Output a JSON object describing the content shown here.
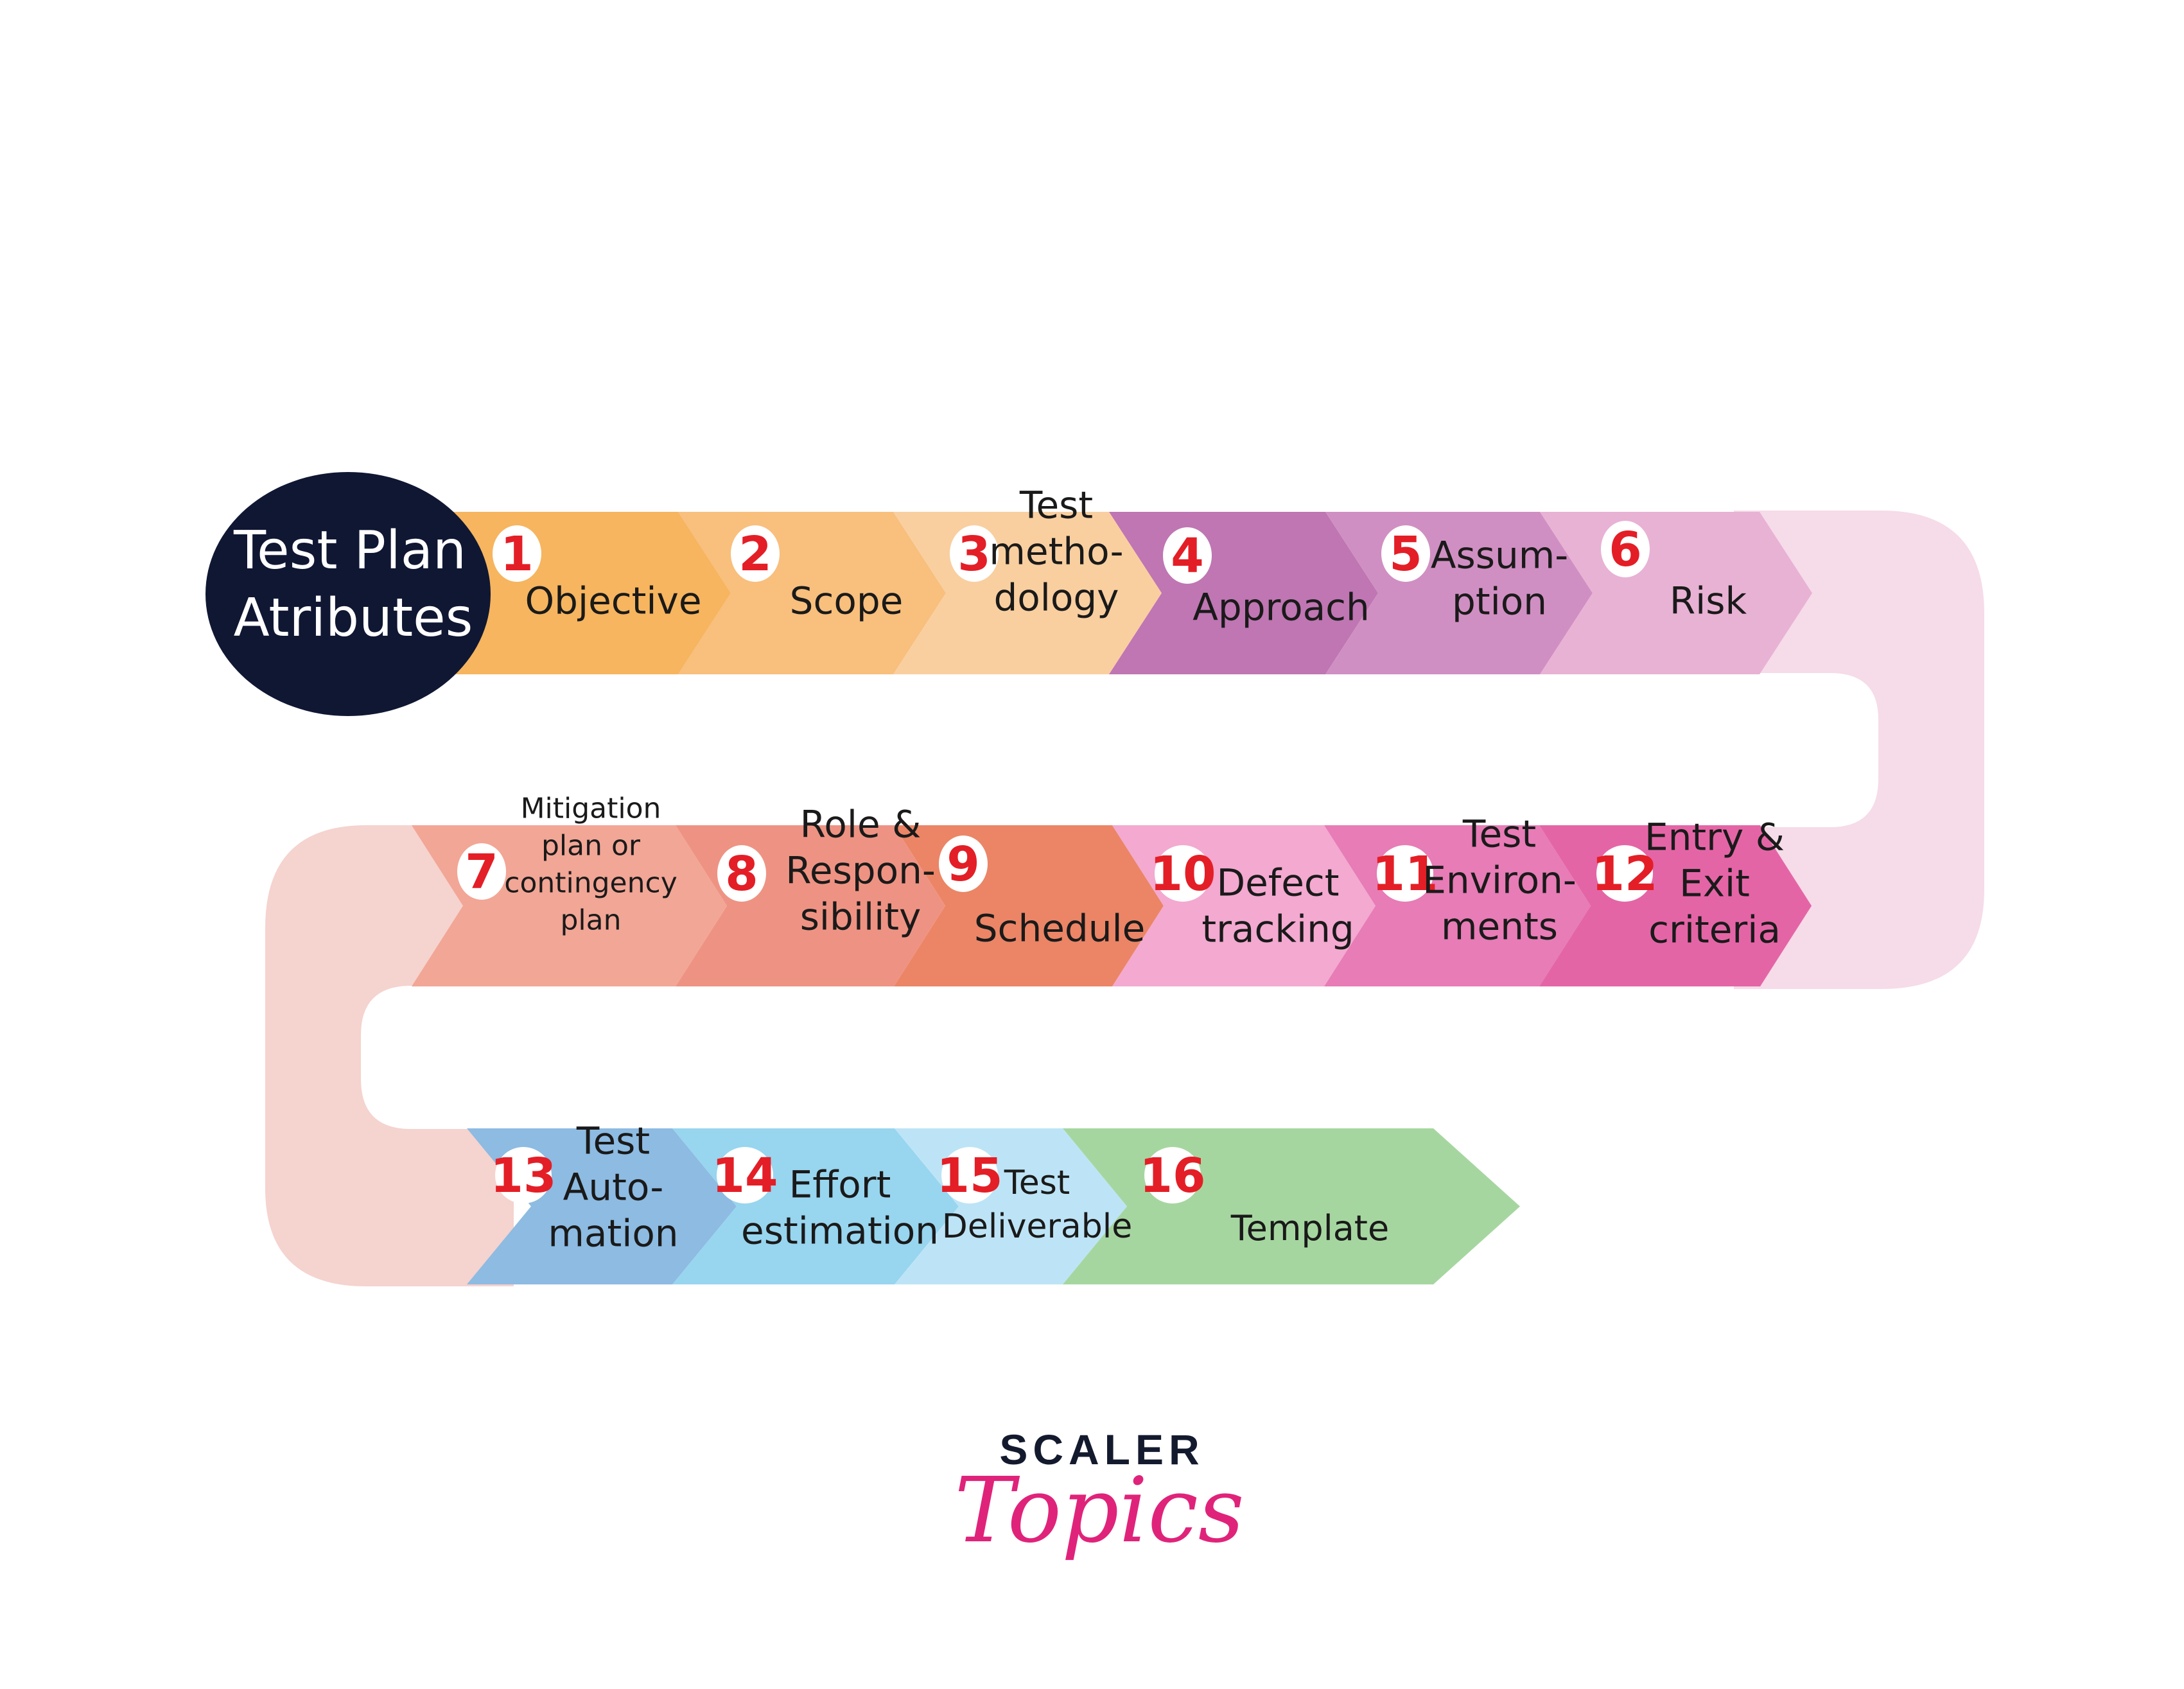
{
  "diagram": {
    "title_line1": "Test Plan",
    "title_line2": "Atributes",
    "colors": {
      "title_circle": "#0f1733",
      "number_text": "#e41e26",
      "number_badge": "#ffffff",
      "bend_right": "#f6dbe8",
      "bend_left": "#f5d3cf"
    },
    "steps": [
      {
        "number": "1",
        "lines": [
          "Objective"
        ],
        "color": "#f6b55e"
      },
      {
        "number": "2",
        "lines": [
          "Scope"
        ],
        "color": "#f8bf7d"
      },
      {
        "number": "3",
        "lines": [
          "Test",
          "metho-",
          "dology"
        ],
        "color": "#f9cfa0"
      },
      {
        "number": "4",
        "lines": [
          "Approach"
        ],
        "color": "#bf76b3"
      },
      {
        "number": "5",
        "lines": [
          "Assum-",
          "ption"
        ],
        "color": "#d08fc2"
      },
      {
        "number": "6",
        "lines": [
          "Risk"
        ],
        "color": "#e8b2d4"
      },
      {
        "number": "7",
        "lines": [
          "Mitigation",
          "plan or",
          "contingency",
          "plan"
        ],
        "color": "#f2a696"
      },
      {
        "number": "8",
        "lines": [
          "Role &",
          "Respon-",
          "sibility"
        ],
        "color": "#ee9383"
      },
      {
        "number": "9",
        "lines": [
          "Schedule"
        ],
        "color": "#eb8566"
      },
      {
        "number": "10",
        "lines": [
          "Defect",
          "tracking"
        ],
        "color": "#f3a9d0"
      },
      {
        "number": "11",
        "lines": [
          "Test",
          "Environ-",
          "ments"
        ],
        "color": "#e77cb6"
      },
      {
        "number": "12",
        "lines": [
          "Entry &",
          "Exit",
          "criteria"
        ],
        "color": "#e465a6"
      },
      {
        "number": "13",
        "lines": [
          "Test",
          "Auto-",
          "mation"
        ],
        "color": "#8dbbe2"
      },
      {
        "number": "14",
        "lines": [
          "Effort",
          "estimation"
        ],
        "color": "#98d5ef"
      },
      {
        "number": "15",
        "lines": [
          "Test",
          "Deliverable"
        ],
        "color": "#bde4f6"
      },
      {
        "number": "16",
        "lines": [
          "Template"
        ],
        "color": "#a6d6a0"
      }
    ]
  },
  "logo": {
    "brand": "SCALER",
    "sub": "Topics",
    "brand_color": "#141a2e",
    "sub_color": "#e0237a"
  }
}
